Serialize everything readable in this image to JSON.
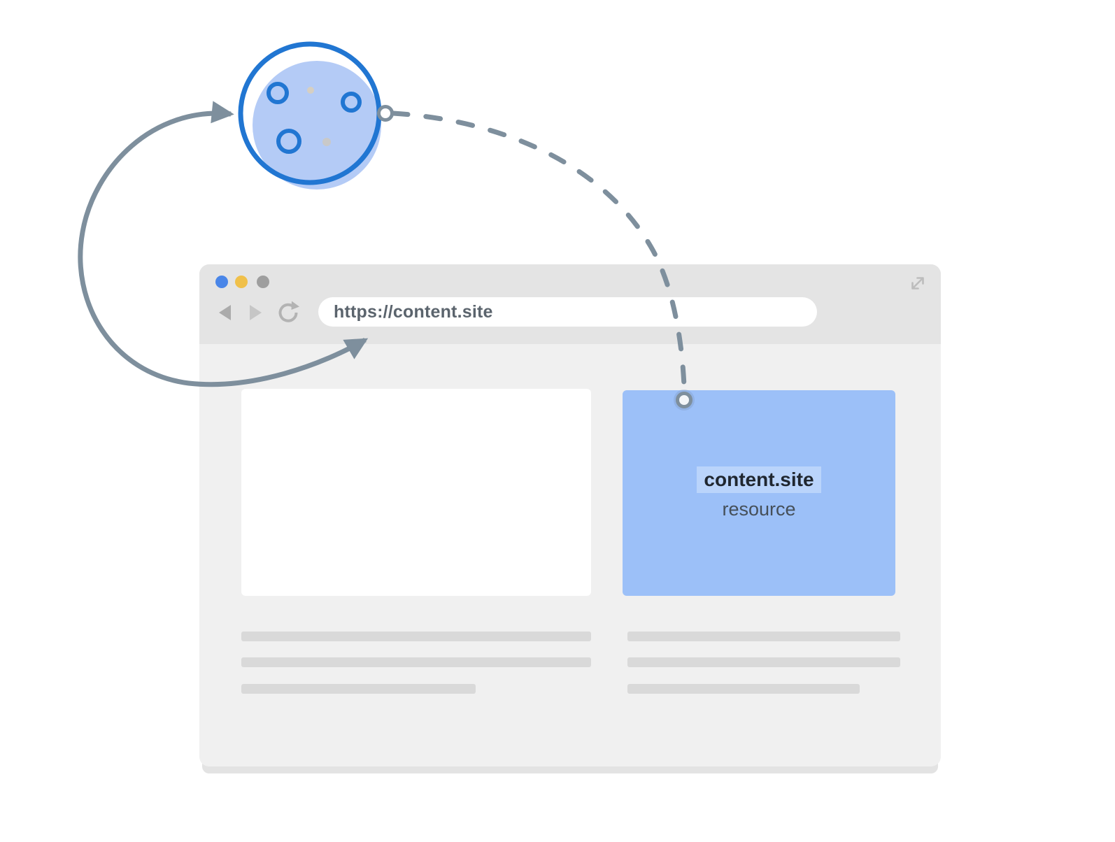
{
  "browser": {
    "window_dots": {
      "colors": [
        "#4a86e8",
        "#f0c04a",
        "#9e9e9e"
      ]
    },
    "toolbar": {
      "url": "https://content.site",
      "icons": {
        "back": "back-triangle",
        "forward": "forward-triangle",
        "reload": "reload-circular-arrow",
        "resize": "diagonal-resize-arrow"
      }
    }
  },
  "content": {
    "resource_box": {
      "site": "content.site",
      "label": "resource",
      "fill": "#9cc0f8",
      "highlight": "#bad4fb"
    }
  },
  "cookie_icon": {
    "stroke": "#2176d2",
    "fill": "#b4cbf6"
  },
  "arrows": {
    "color": "#7e8f9d",
    "solid": "double-headed curve between cookie and url bar",
    "dashed": "dashed curve from cookie to content.site resource"
  },
  "colors": {
    "chrome_top": "#e4e4e4",
    "chrome_body": "#f0f0f0",
    "placeholder_line": "#d9d9d9"
  }
}
